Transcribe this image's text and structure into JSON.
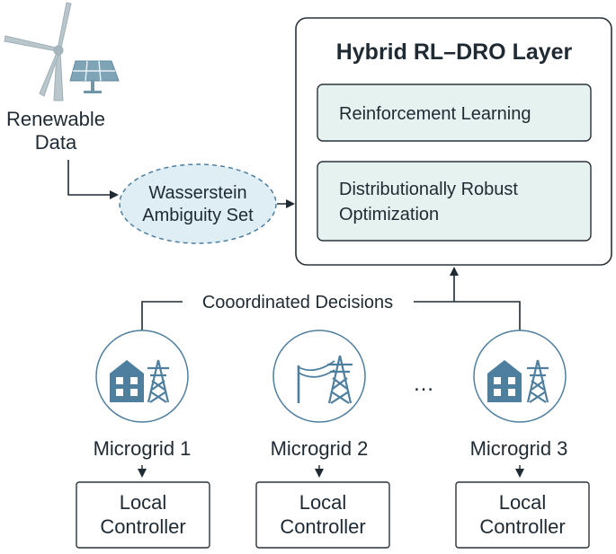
{
  "renewable": {
    "line1": "Renewable",
    "line2": "Data"
  },
  "ambiguity": {
    "line1": "Wasserstein",
    "line2": "Ambiguity Set"
  },
  "hybrid": {
    "title": "Hybrid RL–DRO Layer",
    "rl_label": "Reinforcement Learning",
    "dro_line1": "Distributionally Robust",
    "dro_line2": "Optimization"
  },
  "coordination_label": "Cooordinated Decisions",
  "ellipsis": "…",
  "microgrids": [
    {
      "label": "Microgrid 1",
      "icon": "house-tower-icon",
      "controller_line1": "Local",
      "controller_line2": "Controller"
    },
    {
      "label": "Microgrid 2",
      "icon": "power-pylon-icon",
      "controller_line1": "Local",
      "controller_line2": "Controller"
    },
    {
      "label": "Microgrid 3",
      "icon": "house-tower-icon",
      "controller_line1": "Local",
      "controller_line2": "Controller"
    }
  ],
  "colors": {
    "accent": "#4f7f9f",
    "panel_fill": "#e6f2ef",
    "ellipse_fill": "#dfeef4",
    "line": "#1f2a33"
  }
}
